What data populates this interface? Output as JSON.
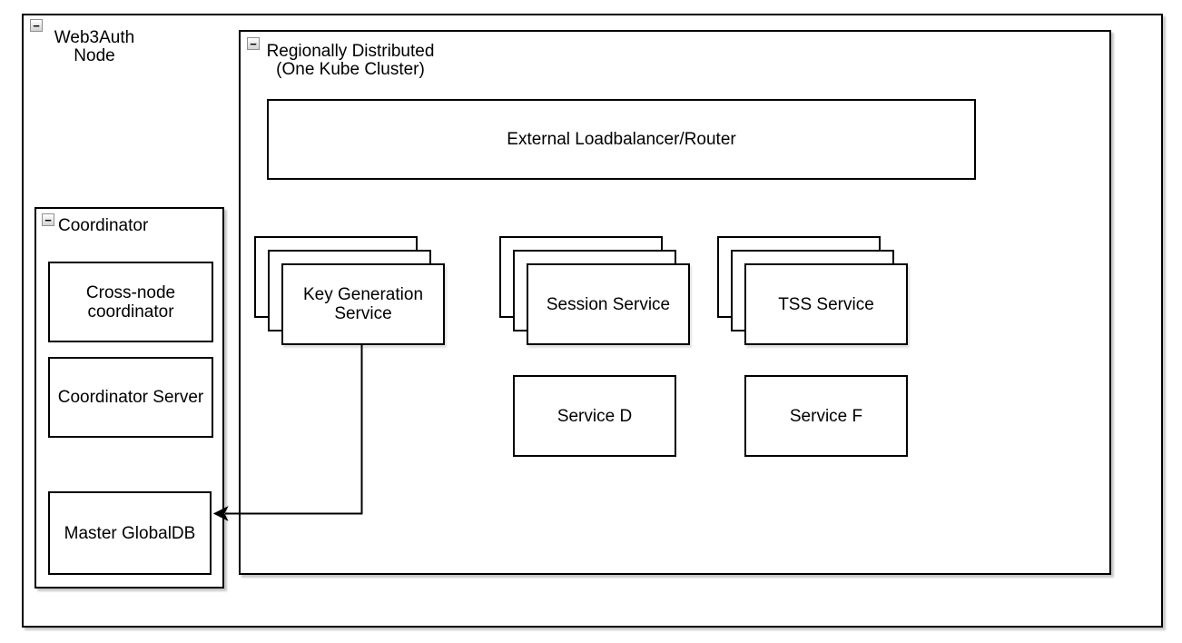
{
  "icons": {
    "collapse_glyph": "−"
  },
  "colors": {
    "shape_border": "#000000",
    "shape_fill": "#ffffff",
    "text": "#000000"
  },
  "outer_container": {
    "label": "Web3Auth\nNode"
  },
  "cluster_container": {
    "label": "Regionally Distributed\n(One Kube Cluster)",
    "loadbalancer_label": "External Loadbalancer/Router",
    "stacks": {
      "key_generation": "Key Generation\nService",
      "session": "Session Service",
      "tss": "TSS Service"
    },
    "services": {
      "service_d": "Service D",
      "service_f": "Service F"
    }
  },
  "coordinator_container": {
    "label": "Coordinator",
    "boxes": {
      "cross_node": "Cross-node\ncoordinator",
      "server": "Coordinator Server",
      "master_db": "Master GlobalDB"
    }
  }
}
